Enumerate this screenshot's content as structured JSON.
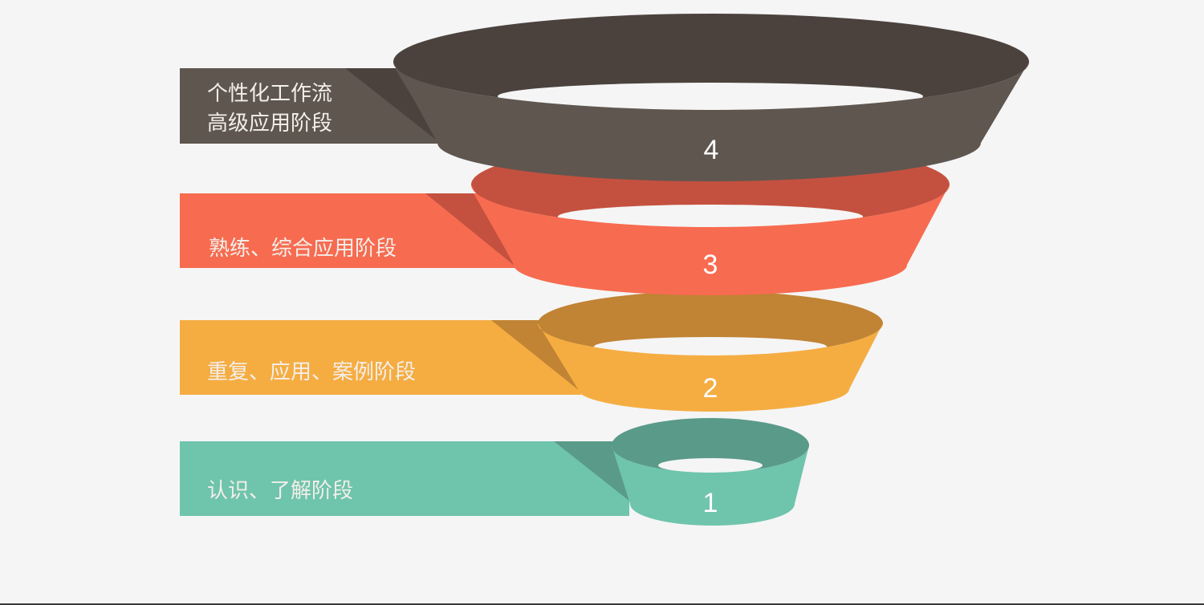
{
  "title": "学习阶段漏斗图",
  "stages": [
    {
      "number": "1",
      "lines": [
        "认识、了解阶段"
      ],
      "front": "#6FC4AC",
      "back": "#5A9A88"
    },
    {
      "number": "2",
      "lines": [
        "重复、应用、案例阶段"
      ],
      "front": "#F5AD42",
      "back": "#C18334"
    },
    {
      "number": "3",
      "lines": [
        "熟练、综合应用阶段"
      ],
      "front": "#F76B50",
      "back": "#C4513F"
    },
    {
      "number": "4",
      "lines": [
        "个性化工作流",
        "高级应用阶段"
      ],
      "front": "#5F5650",
      "back": "#4B423E"
    }
  ],
  "background": "#F5F5F5"
}
